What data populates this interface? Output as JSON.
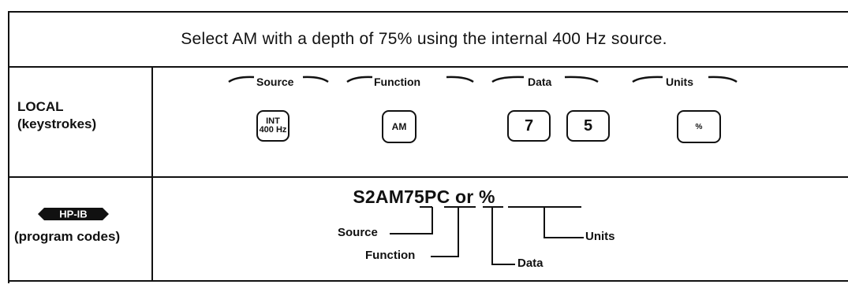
{
  "instruction": "Select AM with a depth of 75% using the internal 400 Hz source.",
  "local": {
    "label": "LOCAL",
    "sublabel": "(keystrokes)"
  },
  "groups": {
    "source": "Source",
    "function": "Function",
    "data": "Data",
    "units": "Units"
  },
  "keys": {
    "int_line1": "INT",
    "int_line2": "400 Hz",
    "am": "AM",
    "seven": "7",
    "five": "5",
    "percent": "%"
  },
  "hpib": {
    "logo_text": "HP-IB",
    "sublabel": "(program codes)",
    "code": "S2AM75PC or %",
    "callouts": {
      "source": "Source",
      "function": "Function",
      "data": "Data",
      "units": "Units"
    }
  }
}
